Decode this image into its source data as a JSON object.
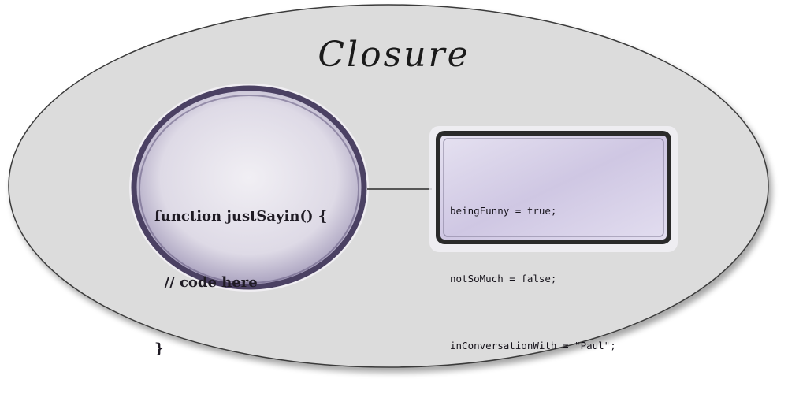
{
  "title": "Closure",
  "function_code": {
    "lines": [
      "function justSayin() {",
      "  // code here",
      "}"
    ]
  },
  "environment": {
    "lines": [
      "beingFunny = true;",
      "notSoMuch = false;",
      "inConversationWith = \"Paul\";"
    ]
  },
  "colors": {
    "ellipse_fill": "#dcdcdc",
    "ellipse_stroke": "#3a3a3a",
    "circle_fill": "#e9e6ee",
    "circle_stroke": "#4b4163",
    "box_fill": "#dcd6ec",
    "box_stroke": "#2a2a2a",
    "text": "#1a1a1a"
  }
}
